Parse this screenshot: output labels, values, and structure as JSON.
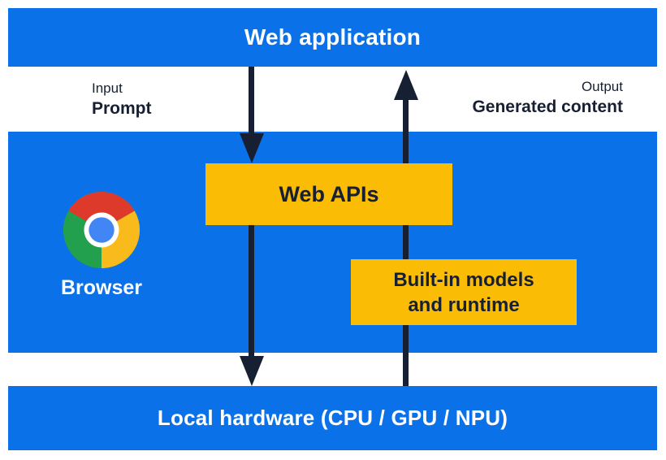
{
  "diagram": {
    "web_app_bar": {
      "label": "Web application"
    },
    "io_labels": {
      "input_caption": "Input",
      "input_value": "Prompt",
      "output_caption": "Output",
      "output_value": "Generated content"
    },
    "browser_layer": {
      "label": "Browser"
    },
    "web_apis_box": {
      "label": "Web APIs"
    },
    "builtin_box": {
      "line1": "Built-in models",
      "line2": "and runtime"
    },
    "hardware_bar": {
      "label": "Local hardware (CPU / GPU / NPU)"
    }
  },
  "colors": {
    "blue": "#0B71E8",
    "yellow": "#FBBC05",
    "navy": "#172033",
    "white": "#FFFFFF",
    "chrome_red": "#DE3A2B",
    "chrome_green": "#23A04E",
    "chrome_yellow": "#F9BB1C",
    "chrome_blue": "#4285F4"
  }
}
